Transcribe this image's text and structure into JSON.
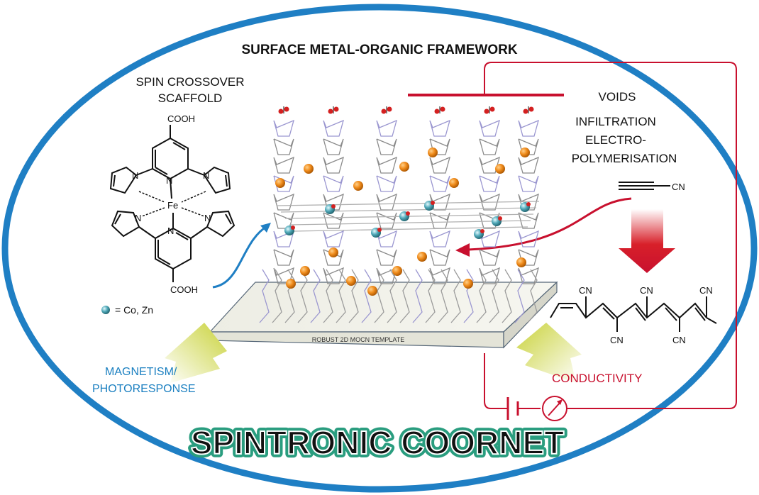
{
  "title": "SURFACE METAL-ORGANIC FRAMEWORK",
  "scaffold": {
    "line1": "SPIN CROSSOVER",
    "line2": "SCAFFOLD"
  },
  "molecule": {
    "top_acid": "COOH",
    "bottom_acid": "COOH",
    "metal": "Fe",
    "n": "N"
  },
  "legend": {
    "text": "= Co, Zn",
    "color": "#4fa8b8"
  },
  "right_labels": {
    "voids": "VOIDS",
    "infiltration": "INFILTRATION",
    "electro": "ELECTRO-",
    "polymerisation": "POLYMERISATION"
  },
  "monomer": {
    "group": "CN"
  },
  "polymer": {
    "cn": "CN"
  },
  "template_label": "ROBUST 2D MOCN TEMPLATE",
  "magnetism": {
    "line1": "MAGNETISM/",
    "line2": "PHOTORESPONSE"
  },
  "conductivity": "CONDUCTIVITY",
  "bottom_title": "SPINTRONIC COORNET",
  "colors": {
    "ellipse": "#1f7fc4",
    "circuit": "#c8102e",
    "magnetism": "#1a7fc0",
    "bottom_title_outline": "#2a9d7f",
    "arrow_olive": "#a8b41c",
    "fe_atom": "#f08c1c"
  }
}
